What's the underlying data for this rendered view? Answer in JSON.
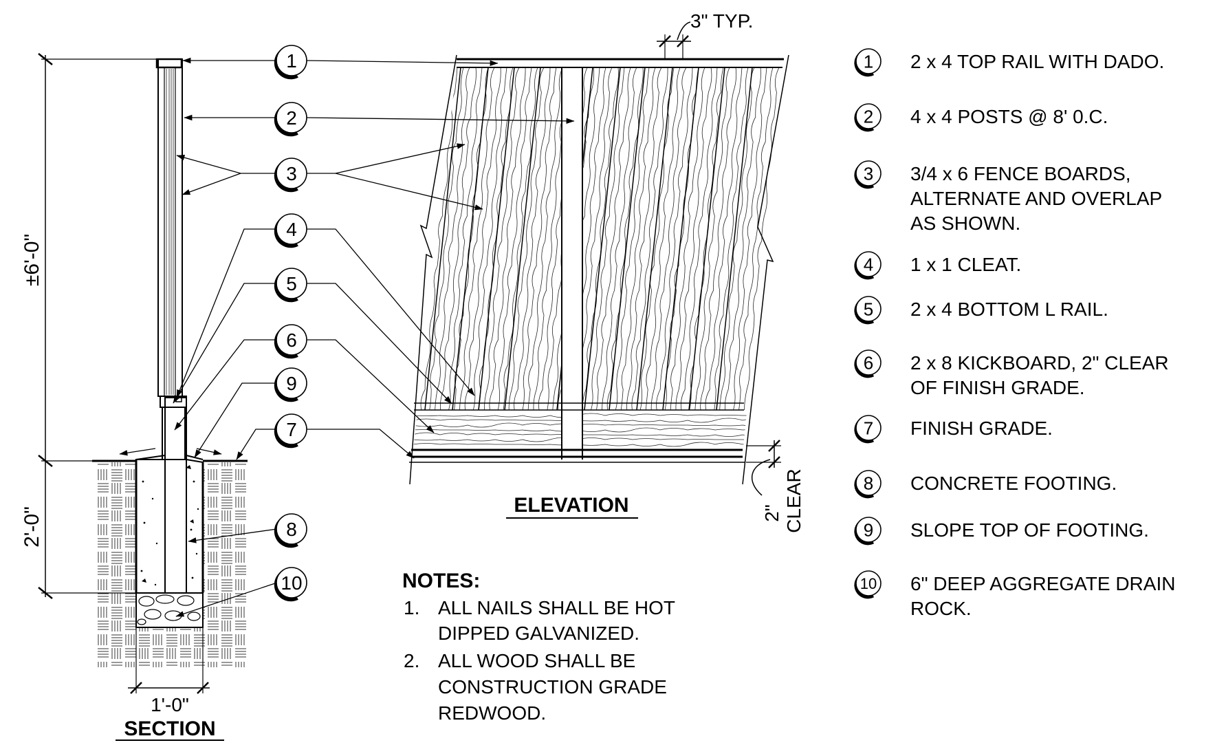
{
  "dimensions": {
    "height_above": "±6'-0\"",
    "footing_depth": "2'-0\"",
    "footing_width": "1'-0\"",
    "board_spacing": "3\" TYP.",
    "clear_a": "2\"",
    "clear_b": "CLEAR"
  },
  "section_title": "SECTION",
  "elevation_title": "ELEVATION",
  "notes": {
    "title": "NOTES:",
    "items": [
      {
        "num": "1.",
        "lines": [
          "ALL NAILS SHALL BE HOT",
          "DIPPED GALVANIZED."
        ]
      },
      {
        "num": "2.",
        "lines": [
          "ALL WOOD SHALL BE",
          "CONSTRUCTION GRADE",
          "REDWOOD."
        ]
      }
    ]
  },
  "callouts": [
    {
      "num": "1",
      "lines": [
        "2 x 4 TOP RAIL WITH DADO."
      ]
    },
    {
      "num": "2",
      "lines": [
        "4 x 4 POSTS @ 8' 0.C."
      ]
    },
    {
      "num": "3",
      "lines": [
        "3/4 x 6 FENCE BOARDS,",
        "ALTERNATE AND OVERLAP",
        "AS SHOWN."
      ]
    },
    {
      "num": "4",
      "lines": [
        "1 x 1 CLEAT."
      ]
    },
    {
      "num": "5",
      "lines": [
        "2 x 4 BOTTOM L RAIL."
      ]
    },
    {
      "num": "6",
      "lines": [
        "2 x 8 KICKBOARD, 2\" CLEAR",
        "OF FINISH GRADE."
      ]
    },
    {
      "num": "7",
      "lines": [
        "FINISH GRADE."
      ]
    },
    {
      "num": "8",
      "lines": [
        "CONCRETE FOOTING."
      ]
    },
    {
      "num": "9",
      "lines": [
        "SLOPE TOP OF FOOTING."
      ]
    },
    {
      "num": "10",
      "lines": [
        "6\" DEEP AGGREGATE DRAIN",
        "ROCK."
      ]
    }
  ],
  "drawing_bubbles": [
    "1",
    "2",
    "3",
    "4",
    "5",
    "6",
    "9",
    "7",
    "8",
    "10"
  ]
}
